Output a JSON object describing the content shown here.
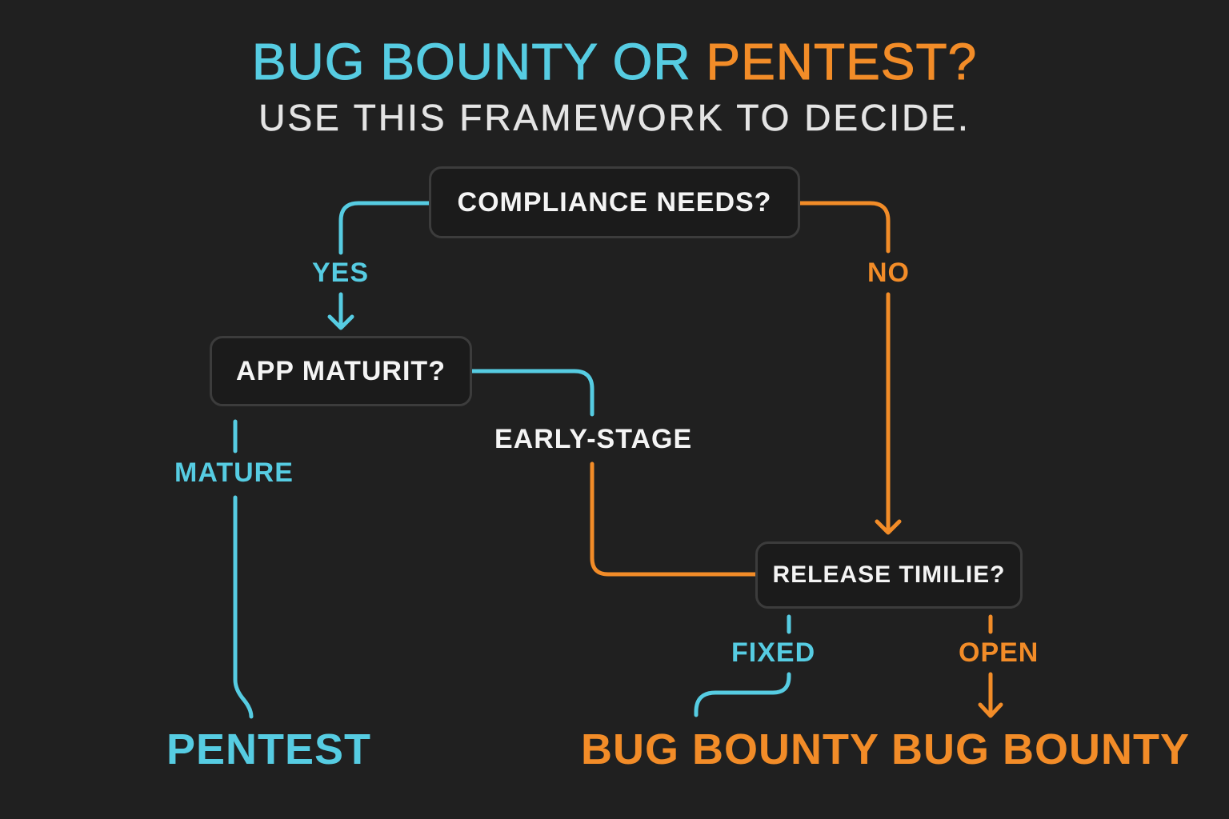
{
  "title": {
    "part1": "BUG BOUNTY OR",
    "part2": "PENTEST?",
    "subtitle": "USE THIS FRAMEWORK TO DECIDE."
  },
  "colors": {
    "background": "#202020",
    "cyan": "#56cce2",
    "orange": "#f28c28",
    "node_border": "#3c3c3c",
    "text": "#f4f4f4"
  },
  "nodes": {
    "compliance": "COMPLIANCE NEEDS?",
    "maturity": "APP MATURIT?",
    "release": "RELEASE TIMILIE?"
  },
  "edges": {
    "yes": "YES",
    "no": "NO",
    "mature": "MATURE",
    "early": "EARLY-STAGE",
    "fixed": "FIXED",
    "open": "OPEN"
  },
  "outcomes": {
    "pentest": "PENTEST",
    "bug_bounty_fixed": "BUG BOUNTY",
    "bug_bounty_open": "BUG BOUNTY"
  }
}
